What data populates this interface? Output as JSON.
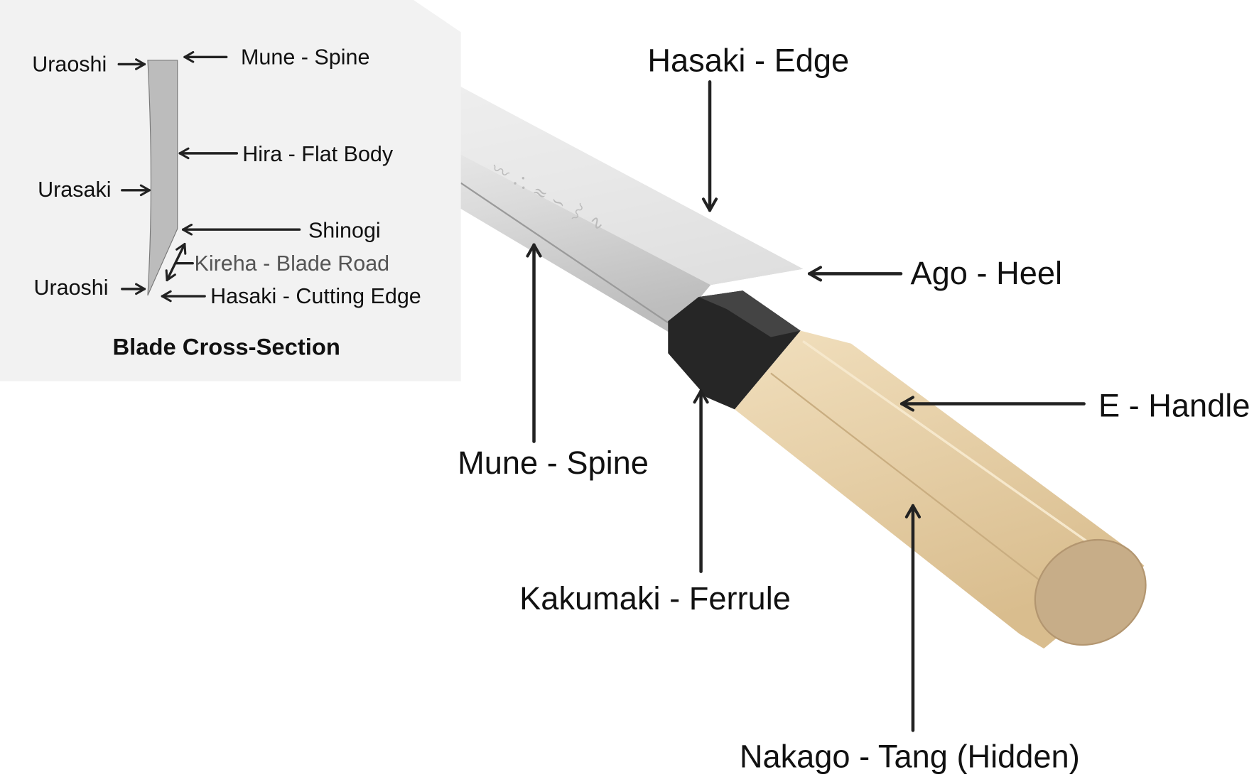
{
  "cross_section": {
    "title": "Blade Cross-Section",
    "labels": {
      "uraoshi_top": "Uraoshi",
      "mune": "Mune - Spine",
      "hira": "Hira - Flat Body",
      "urasaki": "Urasaki",
      "shinogi": "Shinogi",
      "kireha": "Kireha - Blade Road",
      "uraoshi_bottom": "Uraoshi",
      "hasaki": "Hasaki - Cutting Edge"
    }
  },
  "knife": {
    "labels": {
      "hasaki": "Hasaki - Edge",
      "ago": "Ago - Heel",
      "handle": "E - Handle",
      "mune": "Mune - Spine",
      "kakumaki": "Kakumaki - Ferrule",
      "nakago": "Nakago - Tang (Hidden)"
    }
  },
  "colors": {
    "panel": "#f2f2f2",
    "blade": "#dedede",
    "ferrule": "#262626",
    "handle": "#e6d0a8",
    "text": "#111111"
  }
}
